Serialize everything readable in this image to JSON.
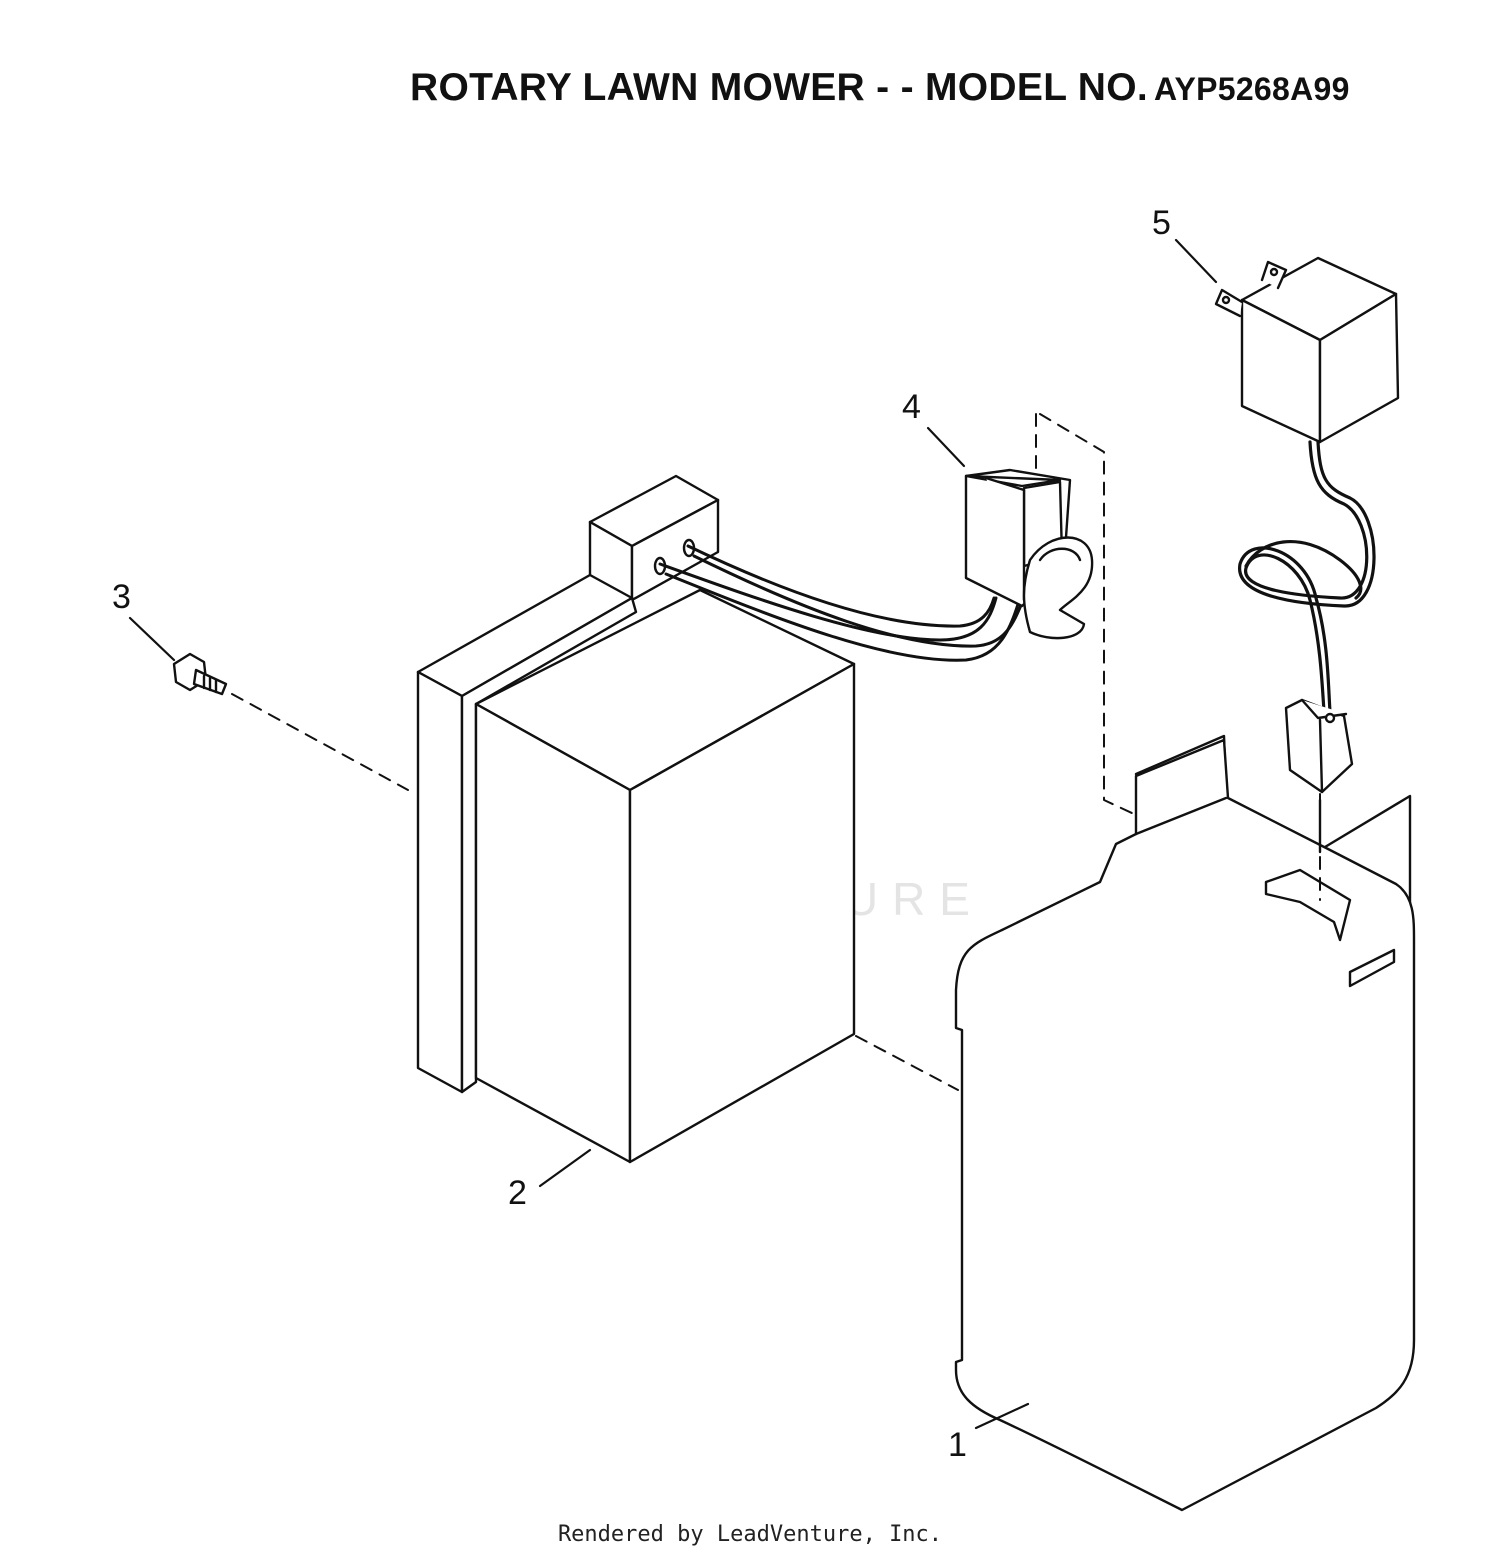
{
  "title": {
    "main": "ROTARY LAWN MOWER - - MODEL NO.",
    "model": "AYP5268A99"
  },
  "callouts": [
    "1",
    "2",
    "3",
    "4",
    "5"
  ],
  "watermark": "LEADVENTURE",
  "footer": "Rendered by LeadVenture, Inc."
}
